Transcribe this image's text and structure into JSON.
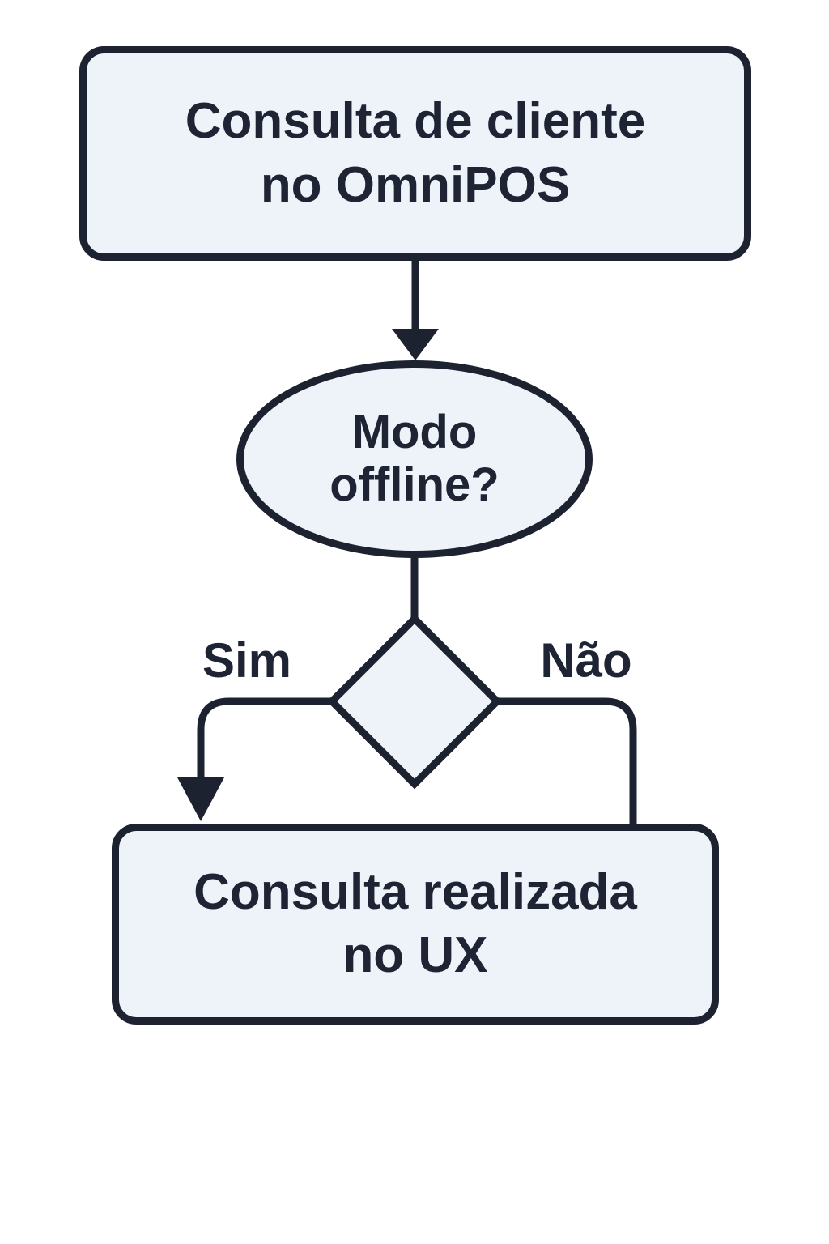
{
  "diagram": {
    "type": "flowchart",
    "nodes": {
      "start": {
        "shape": "rounded-rectangle",
        "lines": [
          "Consulta de cliente",
          "no OmniPOS"
        ]
      },
      "decision_question": {
        "shape": "ellipse",
        "lines": [
          "Modo",
          "offline?"
        ]
      },
      "decision_branch": {
        "shape": "diamond",
        "lines": []
      },
      "end": {
        "shape": "rounded-rectangle",
        "lines": [
          "Consulta realizada",
          "no UX"
        ]
      }
    },
    "edges": {
      "start_to_question": {
        "from": "start",
        "to": "decision_question",
        "arrow": true
      },
      "question_to_branch": {
        "from": "decision_question",
        "to": "decision_branch",
        "arrow": false
      },
      "yes": {
        "label": "Sim",
        "from": "decision_branch",
        "to": "end",
        "arrow": true
      },
      "no": {
        "label": "Não",
        "from": "decision_branch",
        "to": "end",
        "arrow": false
      }
    },
    "colors": {
      "stroke": "#1d2230",
      "node_fill": "#eef2f9",
      "text": "#1e2433",
      "background": "#ffffff"
    }
  }
}
